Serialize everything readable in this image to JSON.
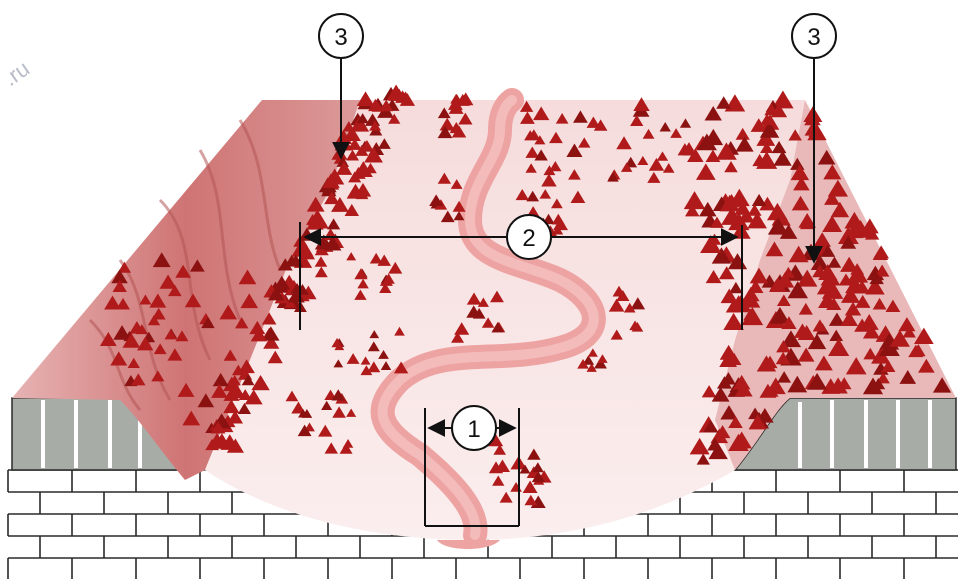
{
  "watermark": ".ru",
  "callouts": {
    "c1": "1",
    "c2": "2",
    "c3_left": "3",
    "c3_right": "3"
  },
  "colors": {
    "forest": "#b01a1a",
    "forest_dark": "#8c1212",
    "river": "#eea3a3",
    "floodplain": "#f8e4e4",
    "slope": "#d27a7a",
    "ground_gray": "#a7aca6",
    "brick_line": "#2a2a2a"
  }
}
